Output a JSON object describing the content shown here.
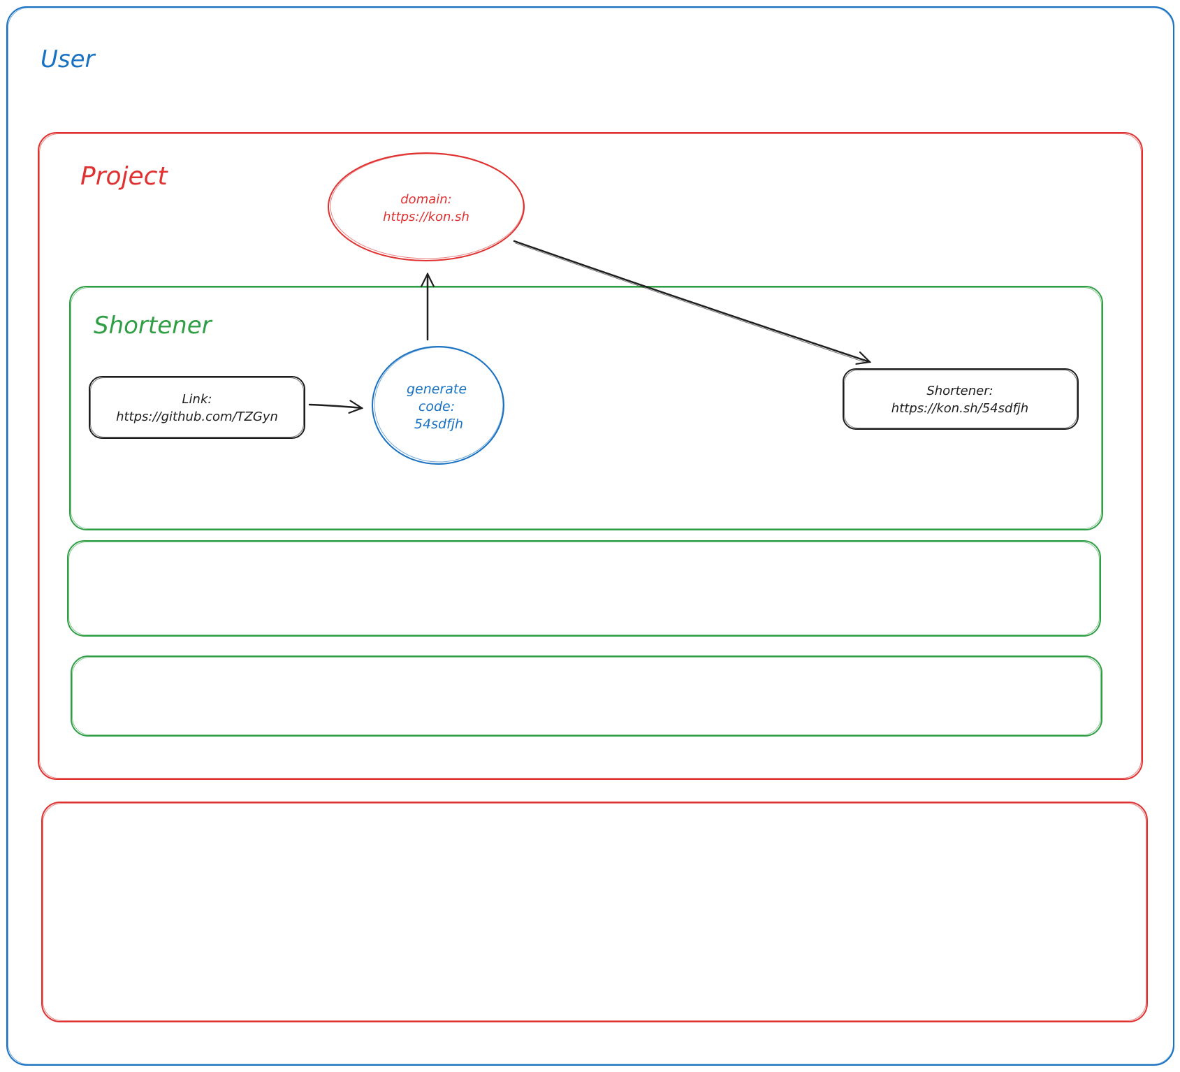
{
  "diagram": {
    "user": {
      "label": "User",
      "color": "#1971c2"
    },
    "project": {
      "label": "Project",
      "color": "#e03131"
    },
    "domain": {
      "title": "domain:",
      "value": "https://kon.sh",
      "color": "#e03131"
    },
    "shortener_group": {
      "label": "Shortener",
      "color": "#2f9e44"
    },
    "link": {
      "title": "Link:",
      "value": "https://github.com/TZGyn"
    },
    "generate": {
      "line1": "generate",
      "line2": "code:",
      "line3": "54sdfjh",
      "color": "#1971c2"
    },
    "result": {
      "title": "Shortener:",
      "value": "https://kon.sh/54sdfjh"
    },
    "ink_color": "#1e1e1e"
  }
}
